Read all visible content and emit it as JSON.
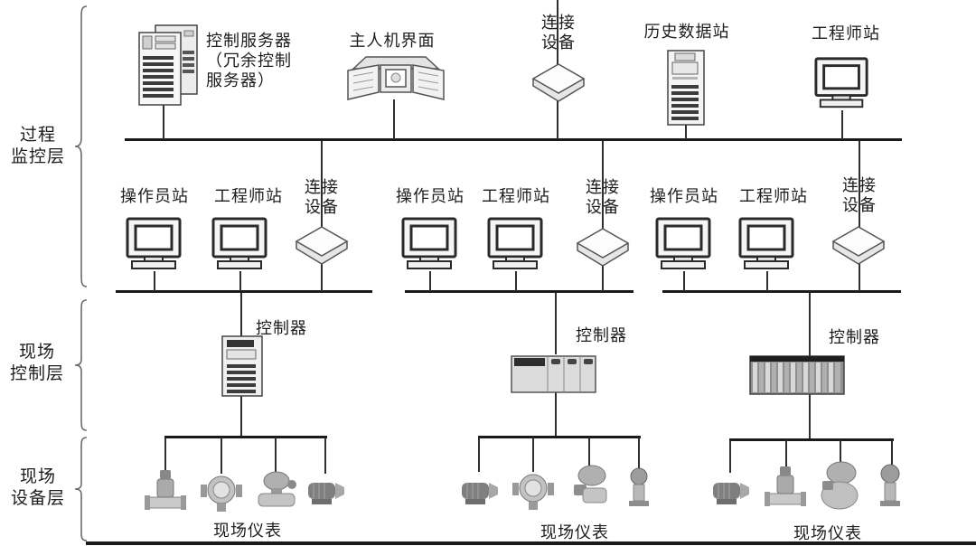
{
  "left_brackets": {
    "process_layer": "过程\n监控层",
    "control_layer": "现场\n控制层",
    "device_layer": "现场\n设备层"
  },
  "top_row": {
    "control_server": "控制服务器\n（冗余控制\n服务器）",
    "hmi": "主人机界面",
    "link_device": "连接\n设备",
    "history_station": "历史数据站",
    "engineer_station": "工程师站"
  },
  "station_groups": {
    "operator_station": "操作员站",
    "engineer_station": "工程师站",
    "link_device": "连接\n设备"
  },
  "controllers": {
    "label": "控制器"
  },
  "field_devices": {
    "label": "现场仪表"
  },
  "colors": {
    "line": "#1a1a1a",
    "text": "#1d1d1d",
    "background": "#ffffff"
  }
}
